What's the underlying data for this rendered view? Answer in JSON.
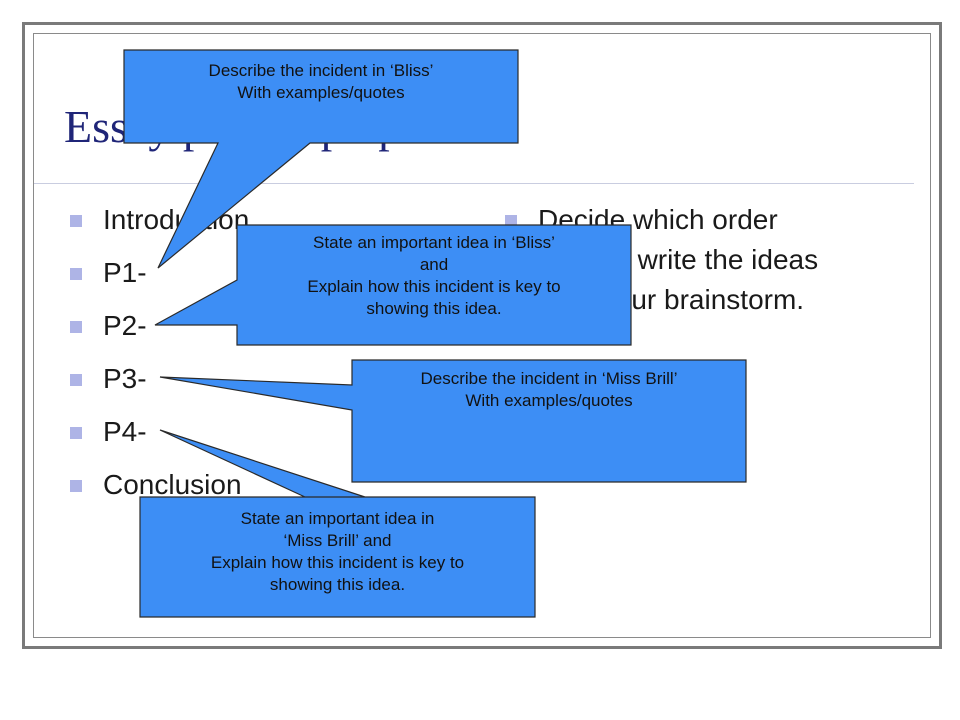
{
  "slide": {
    "title": "Essay paragraph plan",
    "bullets_left": [
      "Introduction",
      "P1-",
      "P2-",
      "P3-",
      "P4-",
      "Conclusion"
    ],
    "bullet_right_lines": [
      "Decide which order",
      "you will write the ideas",
      "from your brainstorm."
    ]
  },
  "callouts": {
    "bliss_incident": [
      "Describe the incident in ‘Bliss’",
      "With examples/quotes"
    ],
    "bliss_idea": [
      "State an important idea in ‘Bliss’",
      "and",
      "Explain how this incident is key to",
      "showing this idea."
    ],
    "brill_incident": [
      "Describe the incident in ‘Miss Brill’",
      "With examples/quotes"
    ],
    "brill_idea": [
      "State an important idea in",
      "‘Miss Brill’ and",
      "Explain how this incident is key to",
      "showing this idea."
    ]
  },
  "colors": {
    "callout_fill": "#3d8ef5",
    "title": "#1f2578",
    "bullet": "#aeb4e6"
  }
}
